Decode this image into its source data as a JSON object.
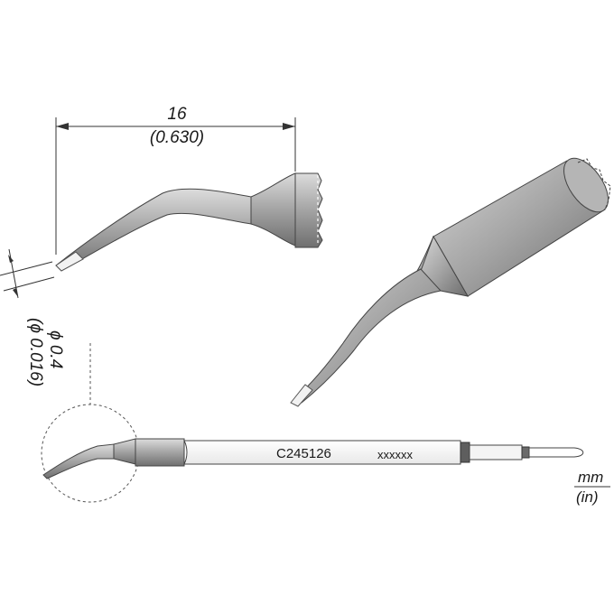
{
  "dimensions": {
    "length_mm": "16",
    "length_in": "(0.630)",
    "tip_mm": "ϕ 0.4",
    "tip_in": "(ϕ 0.016)"
  },
  "part": {
    "code": "C245126",
    "marking": "xxxxxx"
  },
  "units": {
    "primary": "mm",
    "secondary": "(in)"
  },
  "colors": {
    "body": "#9a9a9a",
    "body_dark": "#6a6a6a",
    "line": "#333333"
  }
}
